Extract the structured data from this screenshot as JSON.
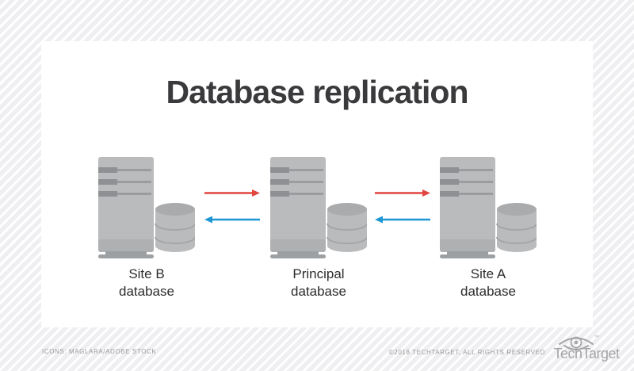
{
  "title": "Database replication",
  "sites": [
    {
      "name": "Site B database",
      "label": "Site B\ndatabase",
      "position": "left"
    },
    {
      "name": "Principal database",
      "label": "Principal\ndatabase",
      "position": "center"
    },
    {
      "name": "Site A database",
      "label": "Site A\ndatabase",
      "position": "right"
    }
  ],
  "arrows": {
    "pairs": [
      {
        "between": [
          "Site B database",
          "Principal database"
        ],
        "top": {
          "color": "#e2443e",
          "direction": "right"
        },
        "bottom": {
          "color": "#1e96d3",
          "direction": "left"
        }
      },
      {
        "between": [
          "Principal database",
          "Site A database"
        ],
        "top": {
          "color": "#e2443e",
          "direction": "right"
        },
        "bottom": {
          "color": "#1e96d3",
          "direction": "left"
        }
      }
    ]
  },
  "footer": {
    "credit": "ICONS: MAGLARA/ADOBE STOCK",
    "copyright": "©2018 TECHTARGET, ALL RIGHTS RESERVED",
    "brand": "TechTarget",
    "trademark": "™"
  },
  "colors": {
    "arrow_red": "#e2443e",
    "arrow_blue": "#1e96d3",
    "server_body": "#b9bbbd",
    "server_stripe_block": "#8e9093",
    "server_stripe_line": "#9a9c9f",
    "server_band": "#aeb0b2",
    "server_base": "#9da0a2",
    "cylinder_top": "#a9abad",
    "cylinder_body": "#b9bbbd",
    "cylinder_line": "#a4a6a8",
    "title_text": "#3a3a3c",
    "label_text": "#2c2c2e",
    "footer_text": "#9b9b9d",
    "logo_gray": "#a5a5a7",
    "stripe_gray": "#efeff1",
    "card_bg": "#ffffff"
  }
}
